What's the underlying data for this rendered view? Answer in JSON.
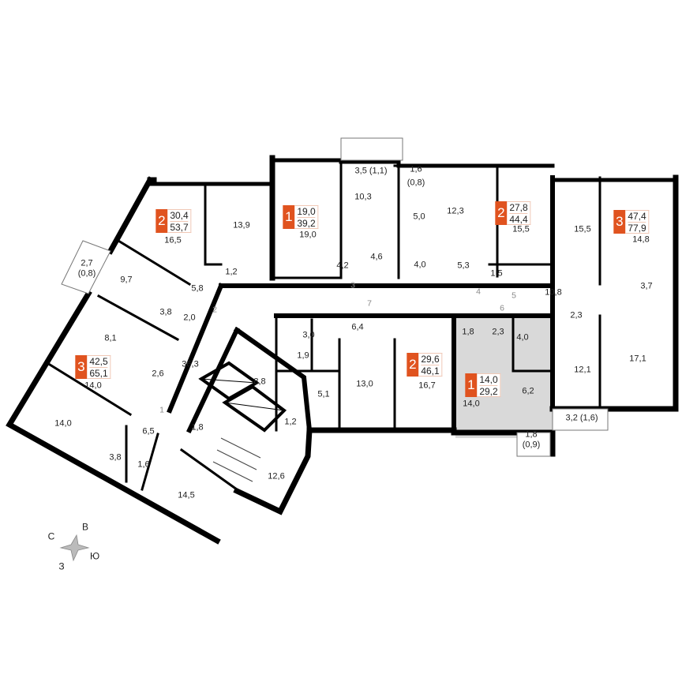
{
  "accent_color": "#e0531f",
  "highlight_fill": "#d9d9d9",
  "apartments": [
    {
      "rooms": "2",
      "living": "30,4",
      "total": "53,7"
    },
    {
      "rooms": "1",
      "living": "19,0",
      "total": "39,2"
    },
    {
      "rooms": "2",
      "living": "27,8",
      "total": "44,4"
    },
    {
      "rooms": "3",
      "living": "47,4",
      "total": "77,9"
    },
    {
      "rooms": "3",
      "living": "42,5",
      "total": "65,1"
    },
    {
      "rooms": "2",
      "living": "29,6",
      "total": "46,1"
    },
    {
      "rooms": "1",
      "living": "14,0",
      "total": "29,2",
      "highlighted": true
    }
  ],
  "rooms": [
    "3,5 (1,1)",
    "1,6",
    "(0,8)",
    "10,3",
    "5,0",
    "12,3",
    "15,5",
    "15,5",
    "14,8",
    "13,9",
    "16,5",
    "19,0",
    "4,2",
    "4,6",
    "4,0",
    "5,3",
    "1,5",
    "1,2",
    "2,7",
    "(0,8)",
    "9,7",
    "5,8",
    "3,8",
    "2,0",
    "10,8",
    "3,7",
    "2,3",
    "6,4",
    "3,0",
    "1,9",
    "1,8",
    "2,3",
    "4,0",
    "8,1",
    "2,6",
    "36,3",
    "14,0",
    "8,8",
    "5,1",
    "13,0",
    "16,7",
    "14,0",
    "6,2",
    "12,1",
    "17,1",
    "14,0",
    "1,8",
    "1,2",
    "6,5",
    "3,2 (1,6)",
    "1,8",
    "(0,9)",
    "3,8",
    "1,6",
    "12,6",
    "14,5"
  ],
  "doors": [
    "1",
    "2",
    "3",
    "4",
    "5",
    "6",
    "7"
  ],
  "compass": {
    "north": "С",
    "east": "В",
    "south": "Ю",
    "west": "З",
    "icon": "compass-star-icon"
  }
}
